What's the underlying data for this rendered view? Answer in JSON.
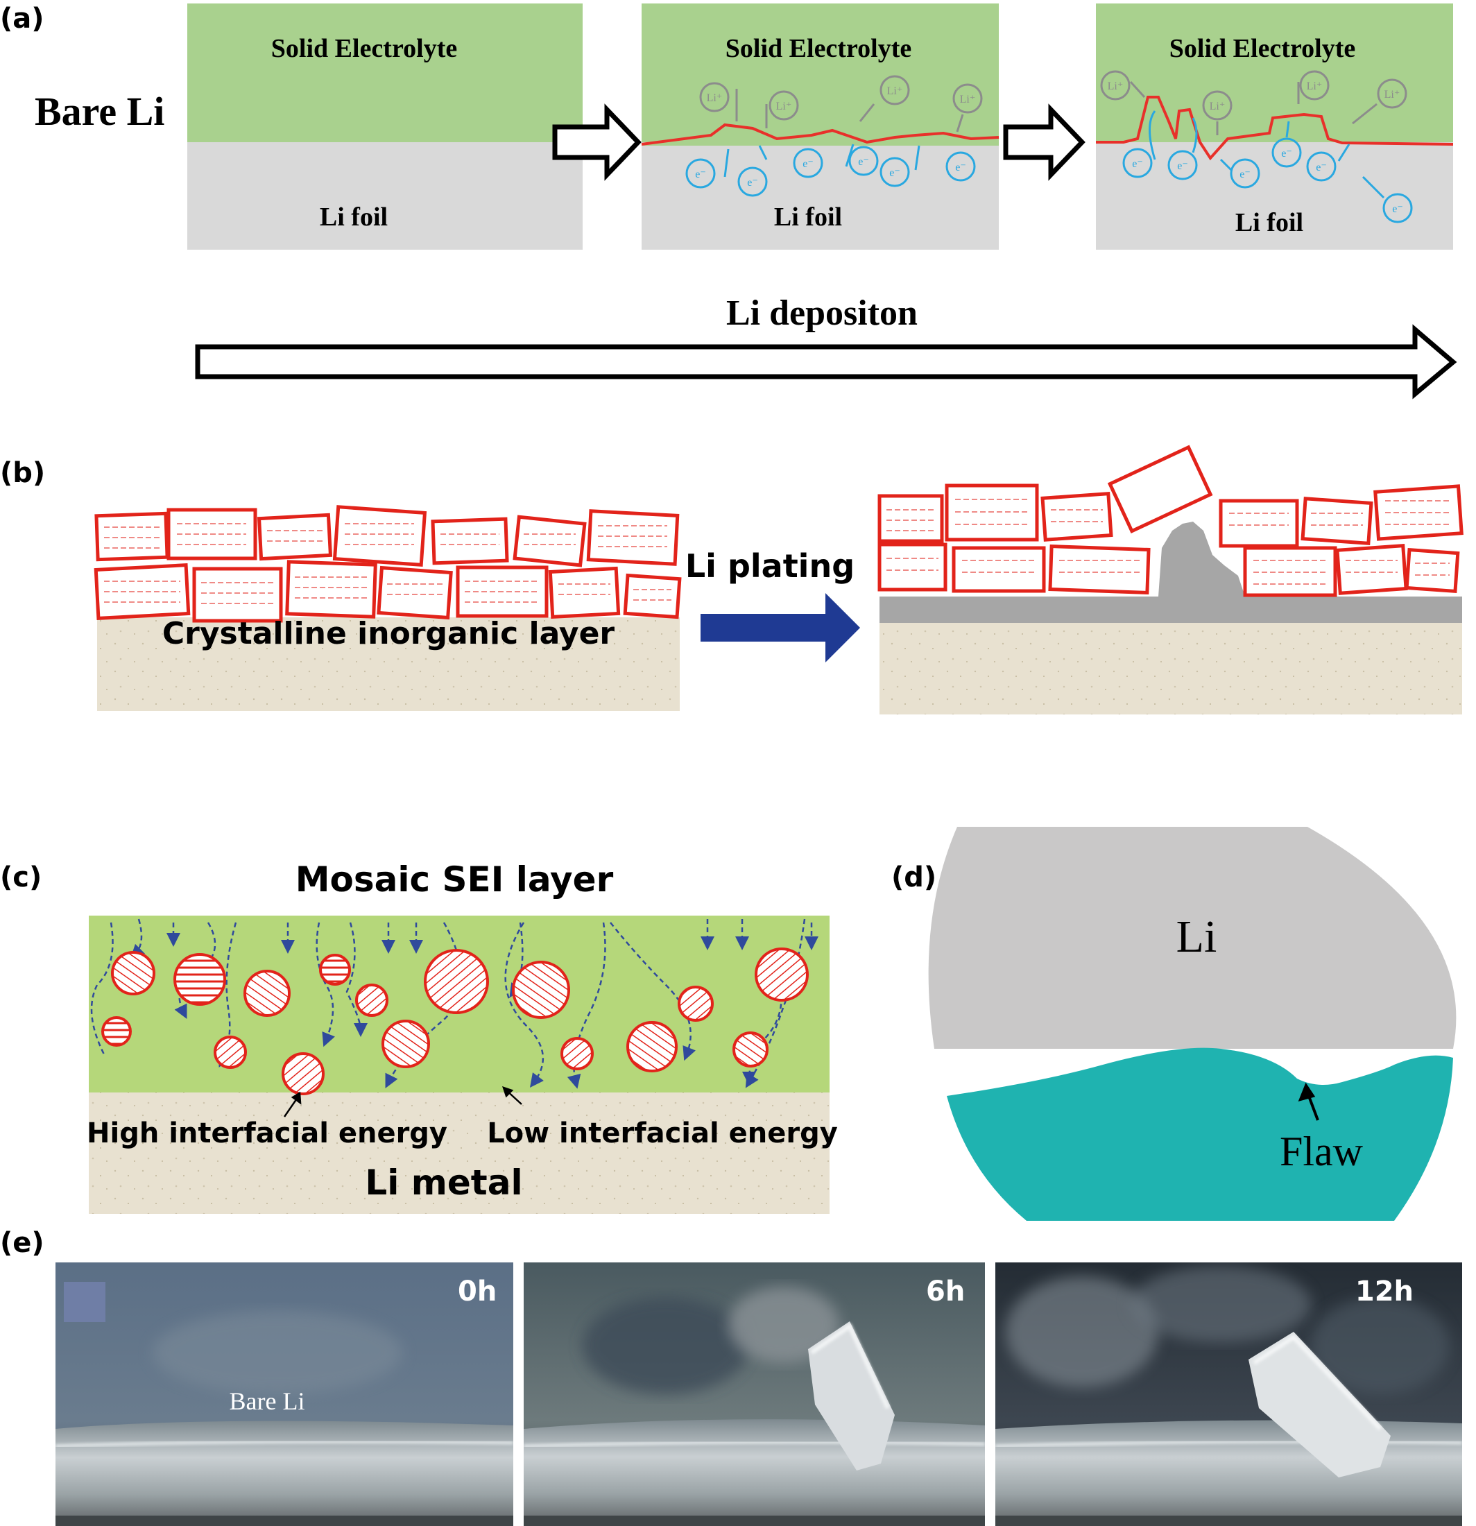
{
  "panels": {
    "a": {
      "label": "(a)",
      "side_label": "Bare Li",
      "electrolyte": "Solid Electrolyte",
      "foil": "Li foil",
      "ion": "Li⁺",
      "electron": "e⁻",
      "arrow_label": "Li depositon"
    },
    "b": {
      "label": "(b)",
      "layer_label": "Crystalline inorganic layer",
      "arrow_label": "Li plating"
    },
    "c": {
      "label": "(c)",
      "title": "Mosaic SEI layer",
      "high_label": "High interfacial energy",
      "low_label": "Low interfacial energy",
      "metal_label": "Li metal"
    },
    "d": {
      "label": "(d)",
      "li_label": "Li",
      "flaw_label": "Flaw"
    },
    "e": {
      "label": "(e)",
      "photos": [
        {
          "time": "0h",
          "caption": "Bare Li"
        },
        {
          "time": "6h"
        },
        {
          "time": "12h"
        }
      ]
    }
  },
  "colors": {
    "electrolyte_green": "#a9d18e",
    "foil_gray": "#d9d9d9",
    "interface_red": "#e8302a",
    "electron_blue": "#29a8e0",
    "ion_gray": "#8c8c8c",
    "grain_red": "#e2231a",
    "sand": "#e8e1d0",
    "plated_li_gray": "#a6a6a6",
    "arrow_navy": "#1f3a93",
    "sei_green": "#b5d77a",
    "dashed_blue": "#2f4a9c",
    "li_gray": "#c9c8c8",
    "flaw_teal": "#1fb3b0"
  }
}
